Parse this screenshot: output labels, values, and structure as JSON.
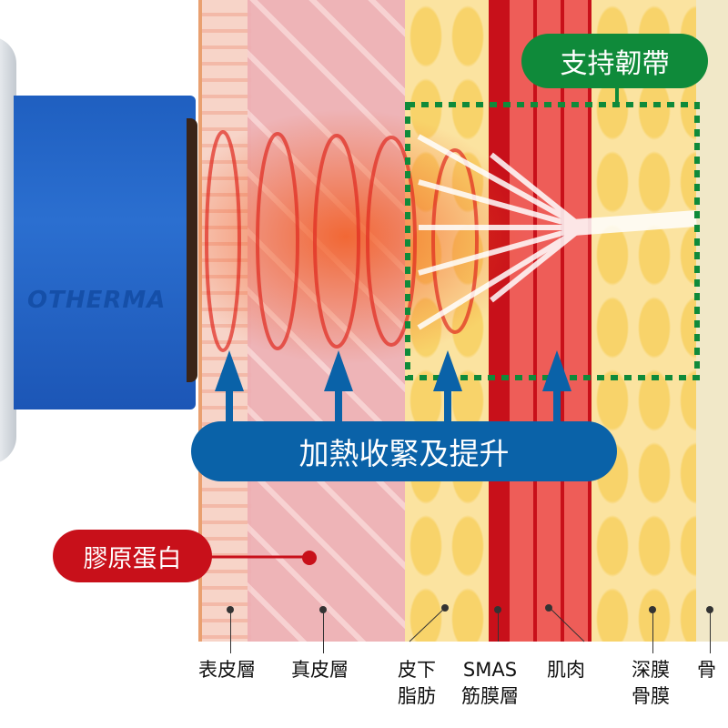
{
  "labels": {
    "support_ligament": "支持韌帶",
    "heat_tighten_lift": "加熱收緊及提升",
    "collagen": "膠原蛋白",
    "device_brand": "OTHERMA"
  },
  "layers": [
    {
      "name": "表皮層"
    },
    {
      "name": "真皮層"
    },
    {
      "name": "皮下\n脂肪"
    },
    {
      "name": "SMAS\n筋膜層"
    },
    {
      "name": "肌肉"
    },
    {
      "name": "深膜\n骨膜"
    },
    {
      "name": "骨"
    }
  ],
  "colors": {
    "blue": "#0a62a8",
    "green": "#0f8a3a",
    "red": "#c8101a"
  }
}
